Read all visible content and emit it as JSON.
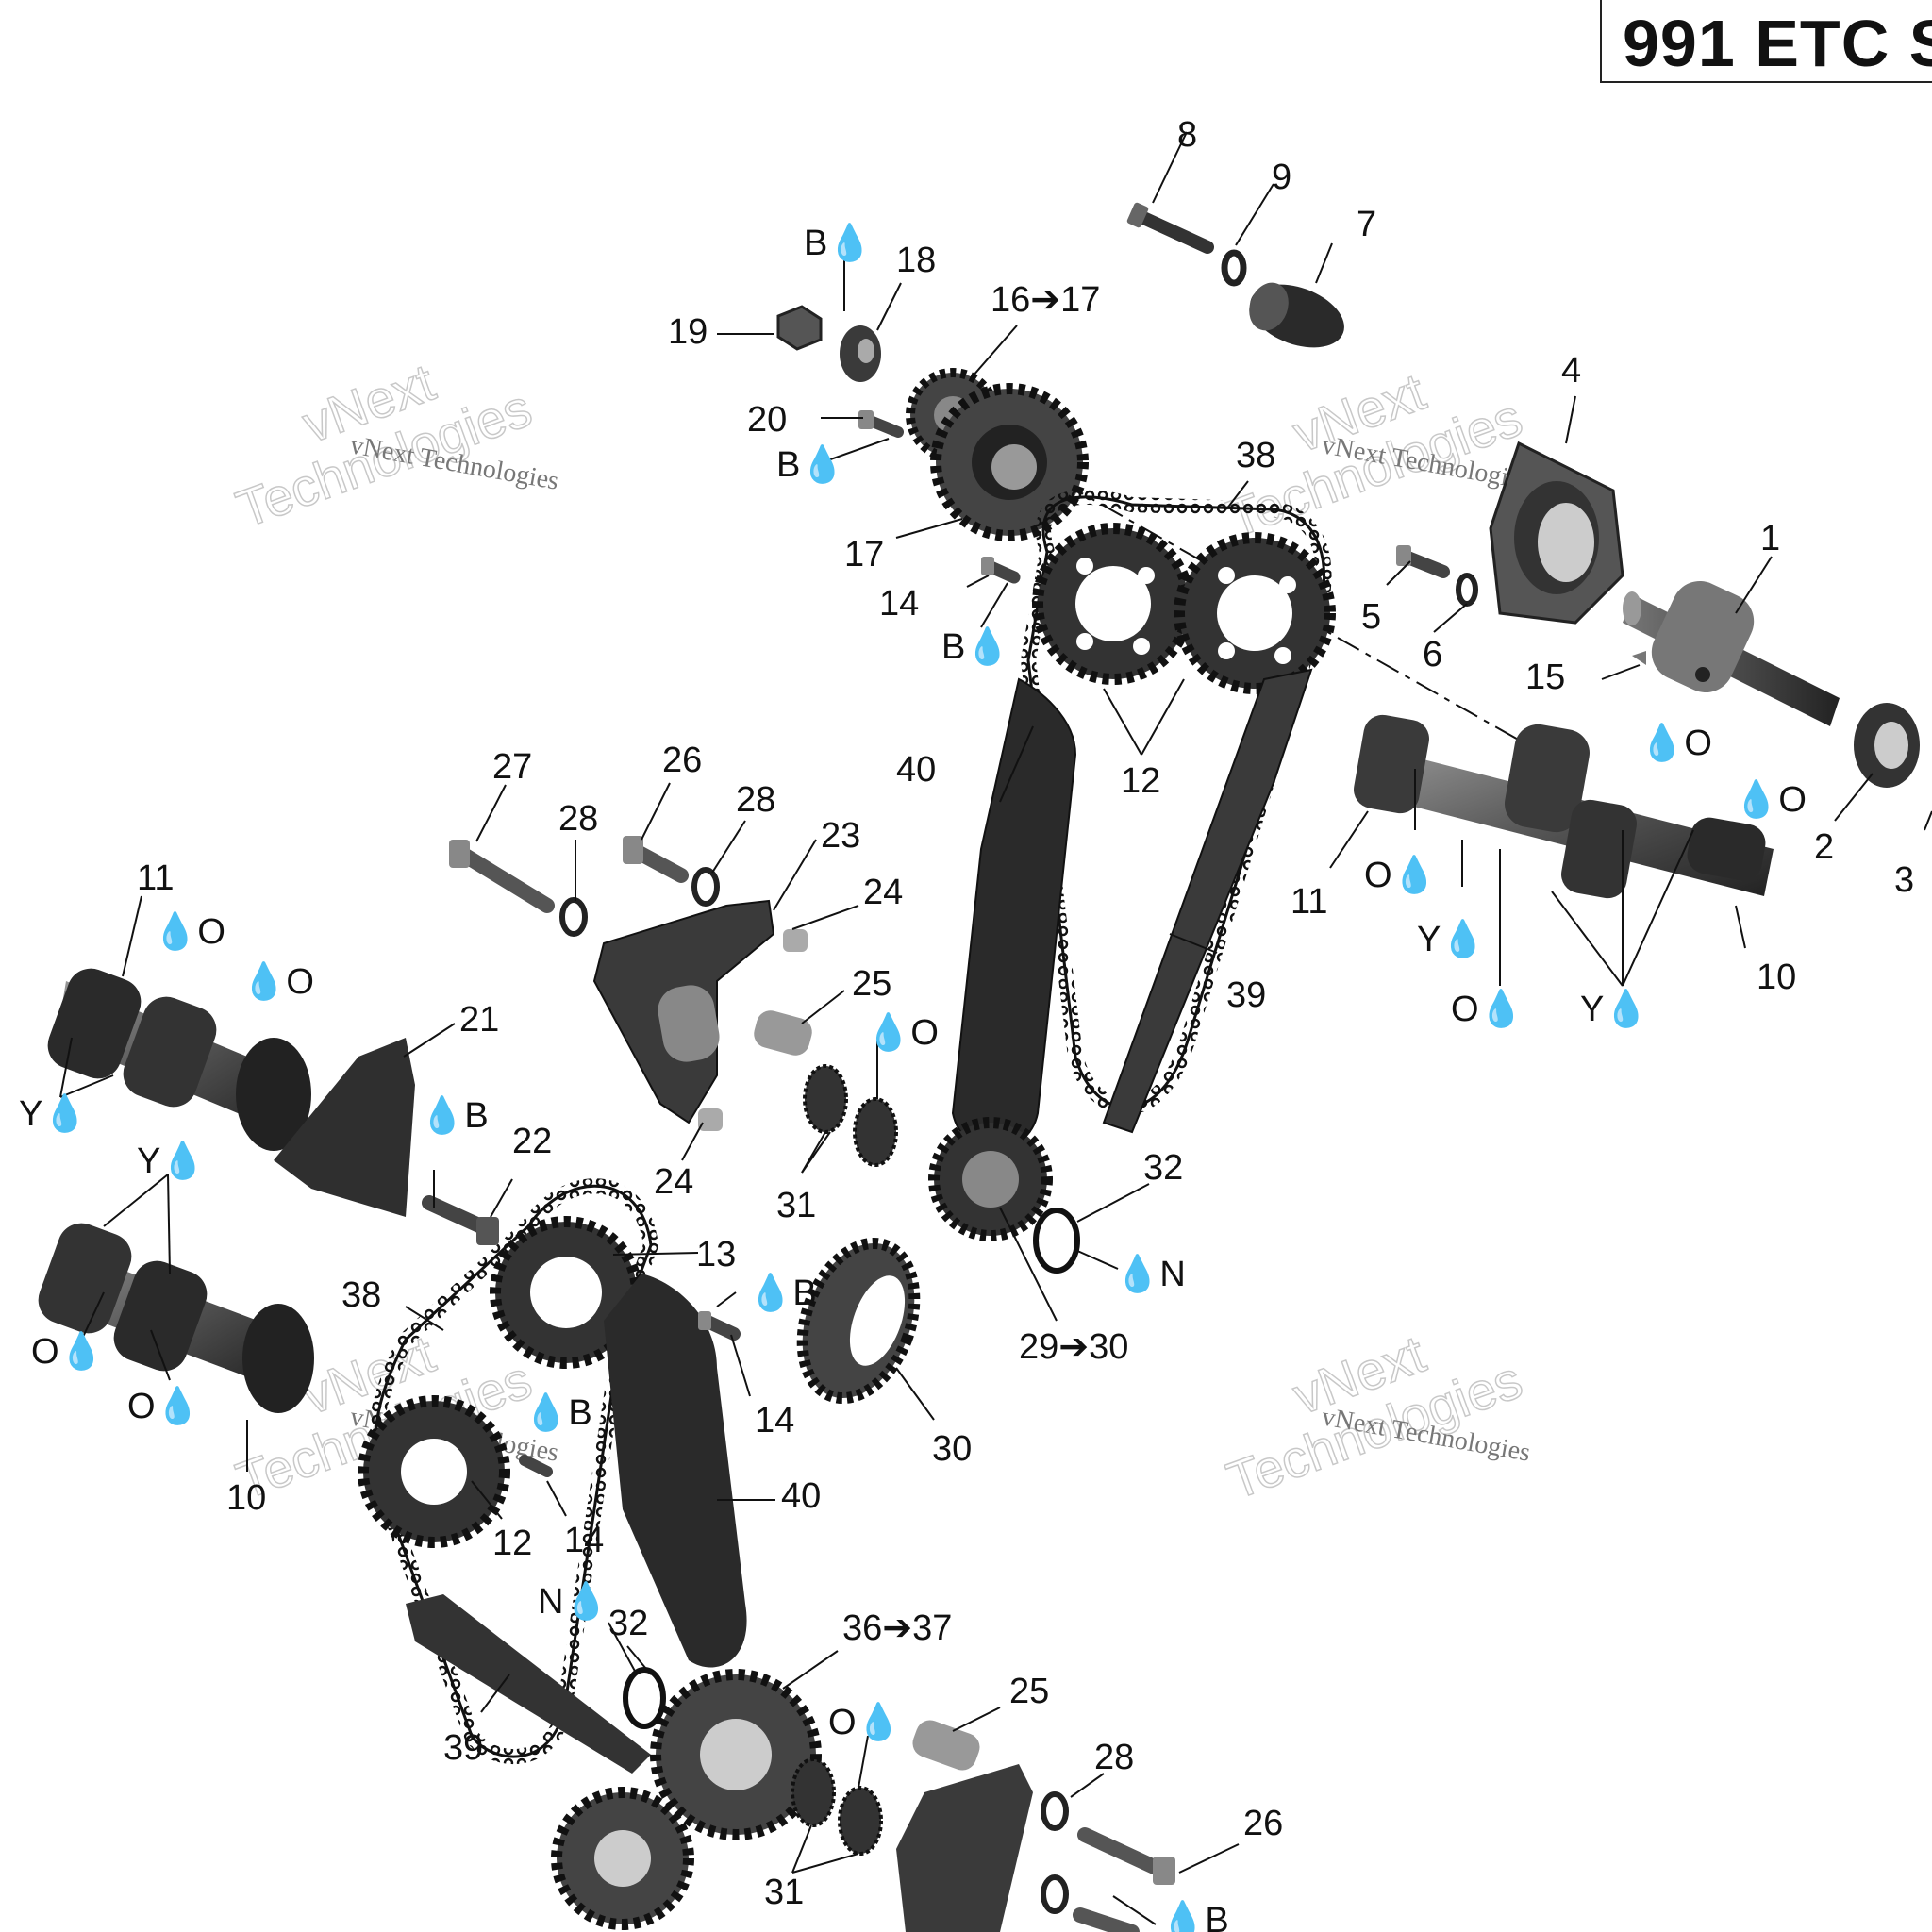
{
  "title": "991 ETC S",
  "watermark": {
    "line1": "vNext Technologies",
    "line2a": "vNext",
    "line2b": "Technologies"
  },
  "colors": {
    "part_dark": "#2a2a2a",
    "part_mid": "#555555",
    "part_light": "#8c8c8c",
    "line": "#111111",
    "watermark": "#bbbbbb"
  },
  "callouts": [
    {
      "id": "c8",
      "text": "8"
    },
    {
      "id": "c9",
      "text": "9"
    },
    {
      "id": "c7",
      "text": "7"
    },
    {
      "id": "c18",
      "text": "18"
    },
    {
      "id": "c19",
      "text": "19"
    },
    {
      "id": "cBa",
      "text": "B💧"
    },
    {
      "id": "c1617",
      "text": "16➔17"
    },
    {
      "id": "c4",
      "text": "4"
    },
    {
      "id": "c20",
      "text": "20"
    },
    {
      "id": "cBb",
      "text": "B💧"
    },
    {
      "id": "c38a",
      "text": "38"
    },
    {
      "id": "c17",
      "text": "17"
    },
    {
      "id": "c1",
      "text": "1"
    },
    {
      "id": "c14a",
      "text": "14"
    },
    {
      "id": "c5",
      "text": "5"
    },
    {
      "id": "c6",
      "text": "6"
    },
    {
      "id": "cBc",
      "text": "B💧"
    },
    {
      "id": "c15",
      "text": "15"
    },
    {
      "id": "c12a",
      "text": "12"
    },
    {
      "id": "c40a",
      "text": "40"
    },
    {
      "id": "cO1",
      "text": "💧O"
    },
    {
      "id": "cO2",
      "text": "💧O"
    },
    {
      "id": "c2",
      "text": "2"
    },
    {
      "id": "c3",
      "text": "3"
    },
    {
      "id": "c27",
      "text": "27"
    },
    {
      "id": "c26a",
      "text": "26"
    },
    {
      "id": "c28a",
      "text": "28"
    },
    {
      "id": "c28b",
      "text": "28"
    },
    {
      "id": "c23",
      "text": "23"
    },
    {
      "id": "c11a",
      "text": "11"
    },
    {
      "id": "c11b",
      "text": "11"
    },
    {
      "id": "cO3",
      "text": "O💧"
    },
    {
      "id": "c24a",
      "text": "24"
    },
    {
      "id": "cY1",
      "text": "Y💧"
    },
    {
      "id": "c10a",
      "text": "10"
    },
    {
      "id": "cO4",
      "text": "💧O"
    },
    {
      "id": "cO5",
      "text": "💧O"
    },
    {
      "id": "c25a",
      "text": "25"
    },
    {
      "id": "c39a",
      "text": "39"
    },
    {
      "id": "cO6",
      "text": "O💧"
    },
    {
      "id": "cY2",
      "text": "Y💧"
    },
    {
      "id": "c21",
      "text": "21"
    },
    {
      "id": "cO7",
      "text": "💧O"
    },
    {
      "id": "cY3",
      "text": "Y💧"
    },
    {
      "id": "cBd",
      "text": "💧B"
    },
    {
      "id": "c22",
      "text": "22"
    },
    {
      "id": "cY4",
      "text": "Y💧"
    },
    {
      "id": "c24b",
      "text": "24"
    },
    {
      "id": "c32a",
      "text": "32"
    },
    {
      "id": "c31a",
      "text": "31"
    },
    {
      "id": "cN1",
      "text": "💧N"
    },
    {
      "id": "c13",
      "text": "13"
    },
    {
      "id": "c38b",
      "text": "38"
    },
    {
      "id": "cBe",
      "text": "💧B"
    },
    {
      "id": "c2930",
      "text": "29➔30"
    },
    {
      "id": "cO8",
      "text": "O💧"
    },
    {
      "id": "c14b",
      "text": "14"
    },
    {
      "id": "cO9",
      "text": "O💧"
    },
    {
      "id": "cBf",
      "text": "💧B"
    },
    {
      "id": "c30",
      "text": "30"
    },
    {
      "id": "c10b",
      "text": "10"
    },
    {
      "id": "c40b",
      "text": "40"
    },
    {
      "id": "c12b",
      "text": "12"
    },
    {
      "id": "c14c",
      "text": "14"
    },
    {
      "id": "cN2",
      "text": "N💧"
    },
    {
      "id": "c32b",
      "text": "32"
    },
    {
      "id": "c3637",
      "text": "36➔37"
    },
    {
      "id": "c25b",
      "text": "25"
    },
    {
      "id": "c39b",
      "text": "39"
    },
    {
      "id": "cO10",
      "text": "O💧"
    },
    {
      "id": "c28c",
      "text": "28"
    },
    {
      "id": "c26b",
      "text": "26"
    },
    {
      "id": "c31b",
      "text": "31"
    },
    {
      "id": "cBg",
      "text": "💧B"
    }
  ]
}
